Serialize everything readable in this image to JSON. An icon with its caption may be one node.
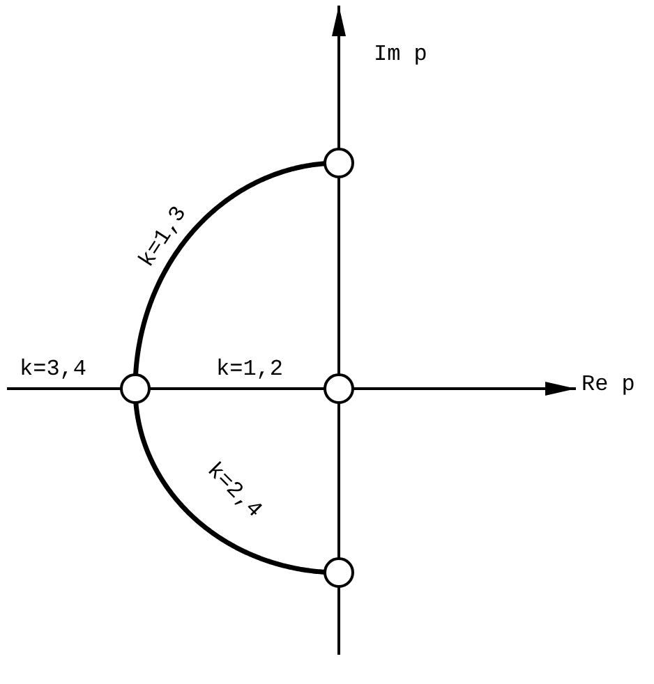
{
  "diagram": {
    "nodes": [
      {
        "text": [],
        "shape": "circle"
      },
      {
        "text": [],
        "shape": "circle",
        "beside": [
          "k=3,4"
        ]
      },
      {
        "text": [],
        "shape": "circle",
        "beside": [
          "k=1,2"
        ]
      },
      {
        "text": [],
        "shape": "circle"
      }
    ],
    "edges": [
      {
        "from": 0,
        "to": 1,
        "arrow": "none",
        "label": "k=1,3"
      },
      {
        "from": 1,
        "to": 3,
        "arrow": "none",
        "label": "k=2,4"
      }
    ],
    "labels": [
      "Im p",
      "Re p"
    ]
  }
}
